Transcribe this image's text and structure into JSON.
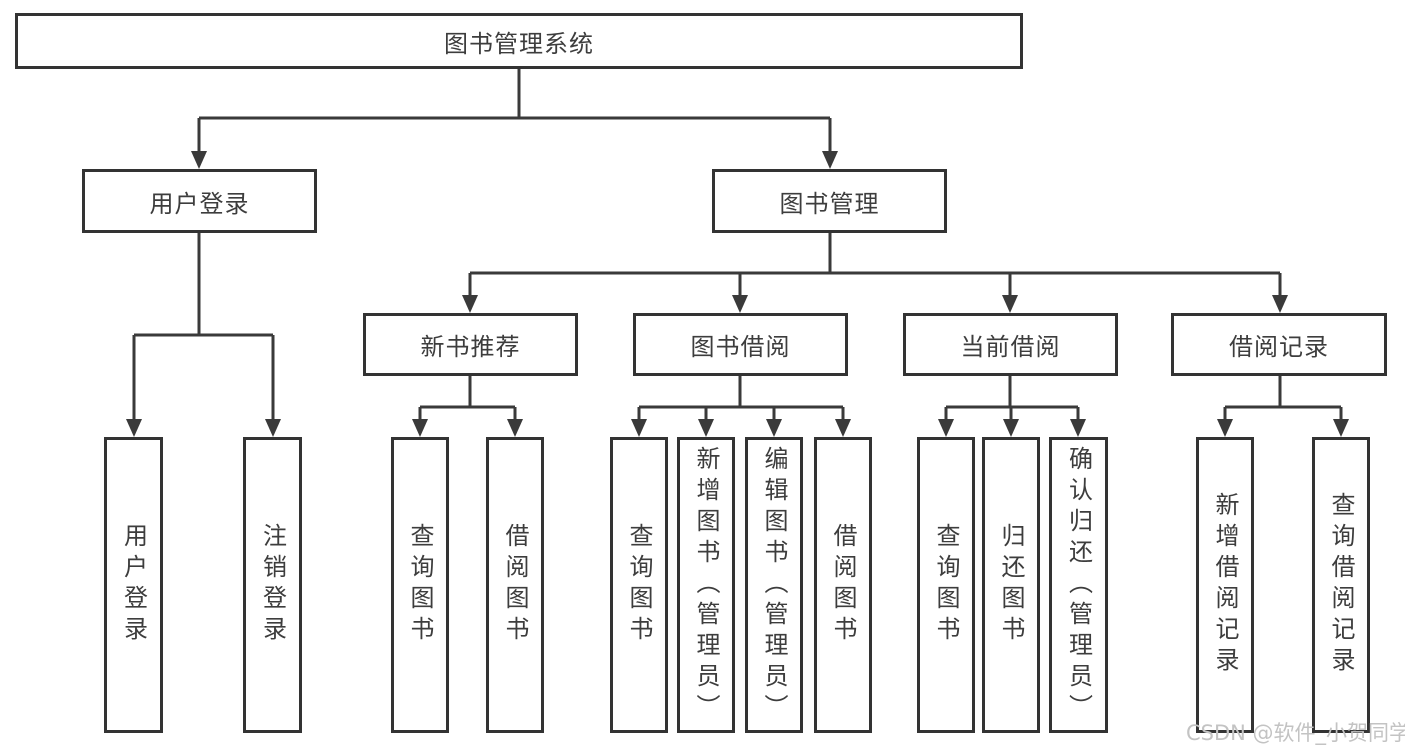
{
  "tree": {
    "root": "图书管理系统",
    "children": [
      {
        "label": "用户登录",
        "children": [
          "用户登录",
          "注销登录"
        ]
      },
      {
        "label": "图书管理",
        "children": [
          {
            "label": "新书推荐",
            "children": [
              "查询图书",
              "借阅图书"
            ]
          },
          {
            "label": "图书借阅",
            "children": [
              "查询图书",
              "新增图书（管理员）",
              "编辑图书（管理员）",
              "借阅图书"
            ]
          },
          {
            "label": "当前借阅",
            "children": [
              "查询图书",
              "归还图书",
              "确认归还（管理员）"
            ]
          },
          {
            "label": "借阅记录",
            "children": [
              "新增借阅记录",
              "查询借阅记录"
            ]
          }
        ]
      }
    ]
  },
  "watermark": {
    "text": "CSDN @软件_小贺同学"
  },
  "colors": {
    "line": "#3a3a3a",
    "box_border": "#333333",
    "text": "#3d3d3d",
    "watermark": "#c3c3c3",
    "background": "#ffffff"
  }
}
